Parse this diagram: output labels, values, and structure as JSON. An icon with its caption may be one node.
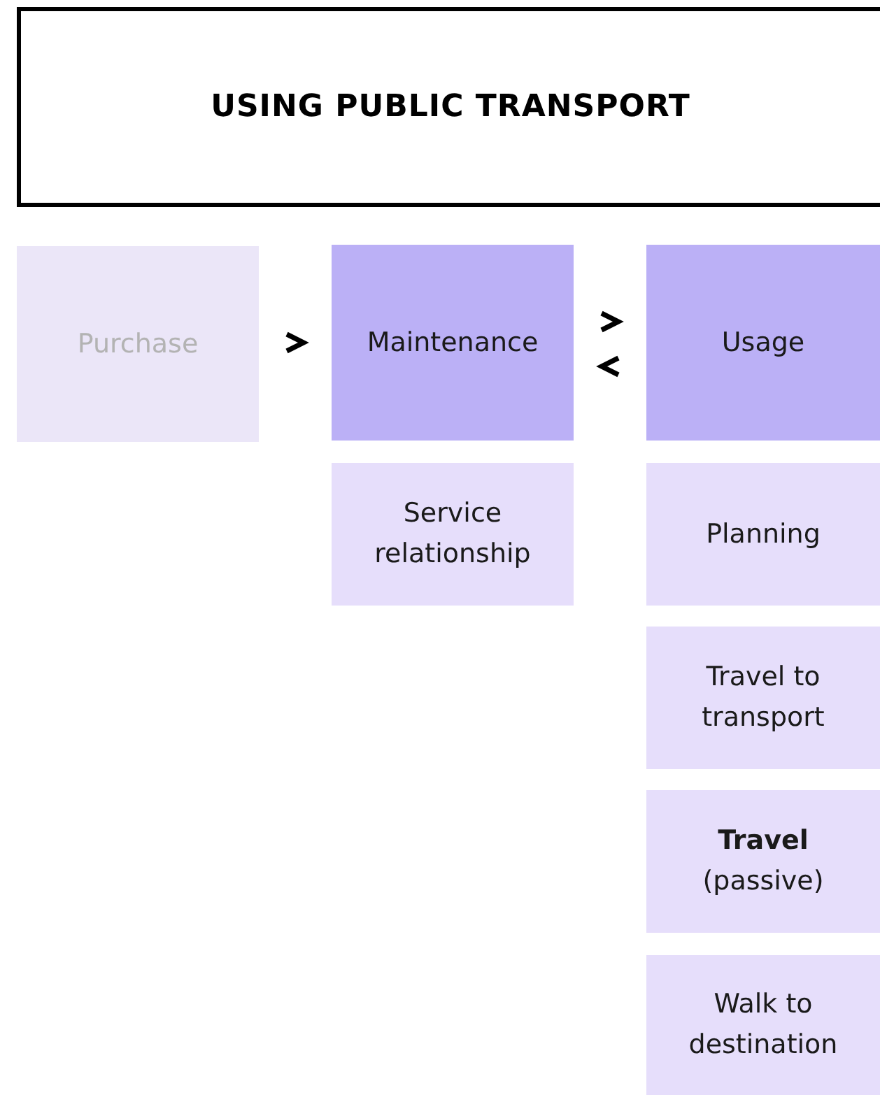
{
  "diagram": {
    "title": "USING PUBLIC TRANSPORT",
    "nodes": [
      {
        "text": [
          "Purchase"
        ]
      },
      {
        "text": [
          "Maintenance"
        ]
      },
      {
        "text": [
          "Usage"
        ]
      },
      {
        "text": [
          "Service relationship"
        ]
      },
      {
        "text": [
          "Planning"
        ]
      },
      {
        "text": [
          "Travel to transport"
        ]
      },
      {
        "text": [
          "**Travel** (passive)"
        ]
      },
      {
        "text": [
          "Walk to destination"
        ]
      }
    ],
    "edges": [
      {
        "from": 0,
        "to": 1,
        "arrow": "to"
      },
      {
        "from": 1,
        "to": 2,
        "arrow": "to"
      },
      {
        "from": 2,
        "to": 1,
        "arrow": "to"
      }
    ]
  }
}
